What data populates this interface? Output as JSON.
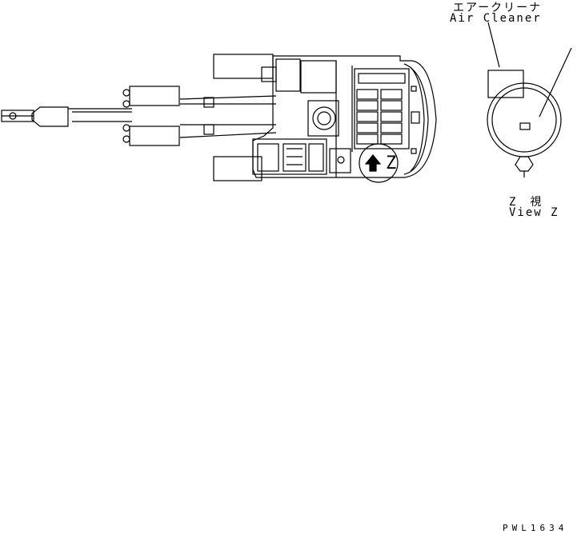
{
  "labels": {
    "air_cleaner_jp": "エアークリーナ",
    "air_cleaner_en": "Air Cleaner",
    "view_jp": "Z　視",
    "view_en": "View Z",
    "view_marker": "Z",
    "drawing_code": "PWL1634"
  },
  "colors": {
    "line": "#000000",
    "background": "#ffffff"
  }
}
